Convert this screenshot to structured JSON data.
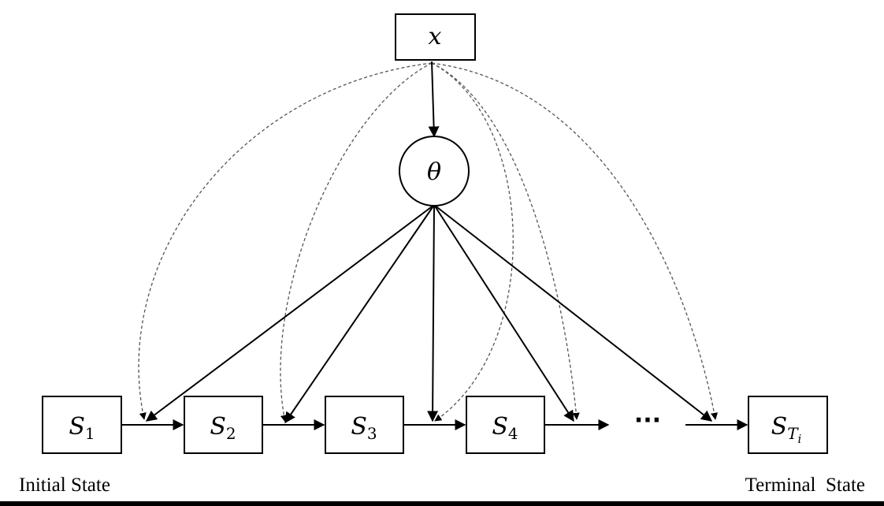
{
  "nodes": {
    "x": {
      "label": "x"
    },
    "theta": {
      "label": "θ"
    },
    "s1": {
      "base": "S",
      "sub": "1"
    },
    "s2": {
      "base": "S",
      "sub": "2"
    },
    "s3": {
      "base": "S",
      "sub": "3"
    },
    "s4": {
      "base": "S",
      "sub": "4"
    },
    "st": {
      "base": "S",
      "sub": "T",
      "subsub": "i"
    }
  },
  "ellipsis": "···",
  "labels": {
    "initial": "Initial State",
    "terminal": "Terminal  State"
  }
}
